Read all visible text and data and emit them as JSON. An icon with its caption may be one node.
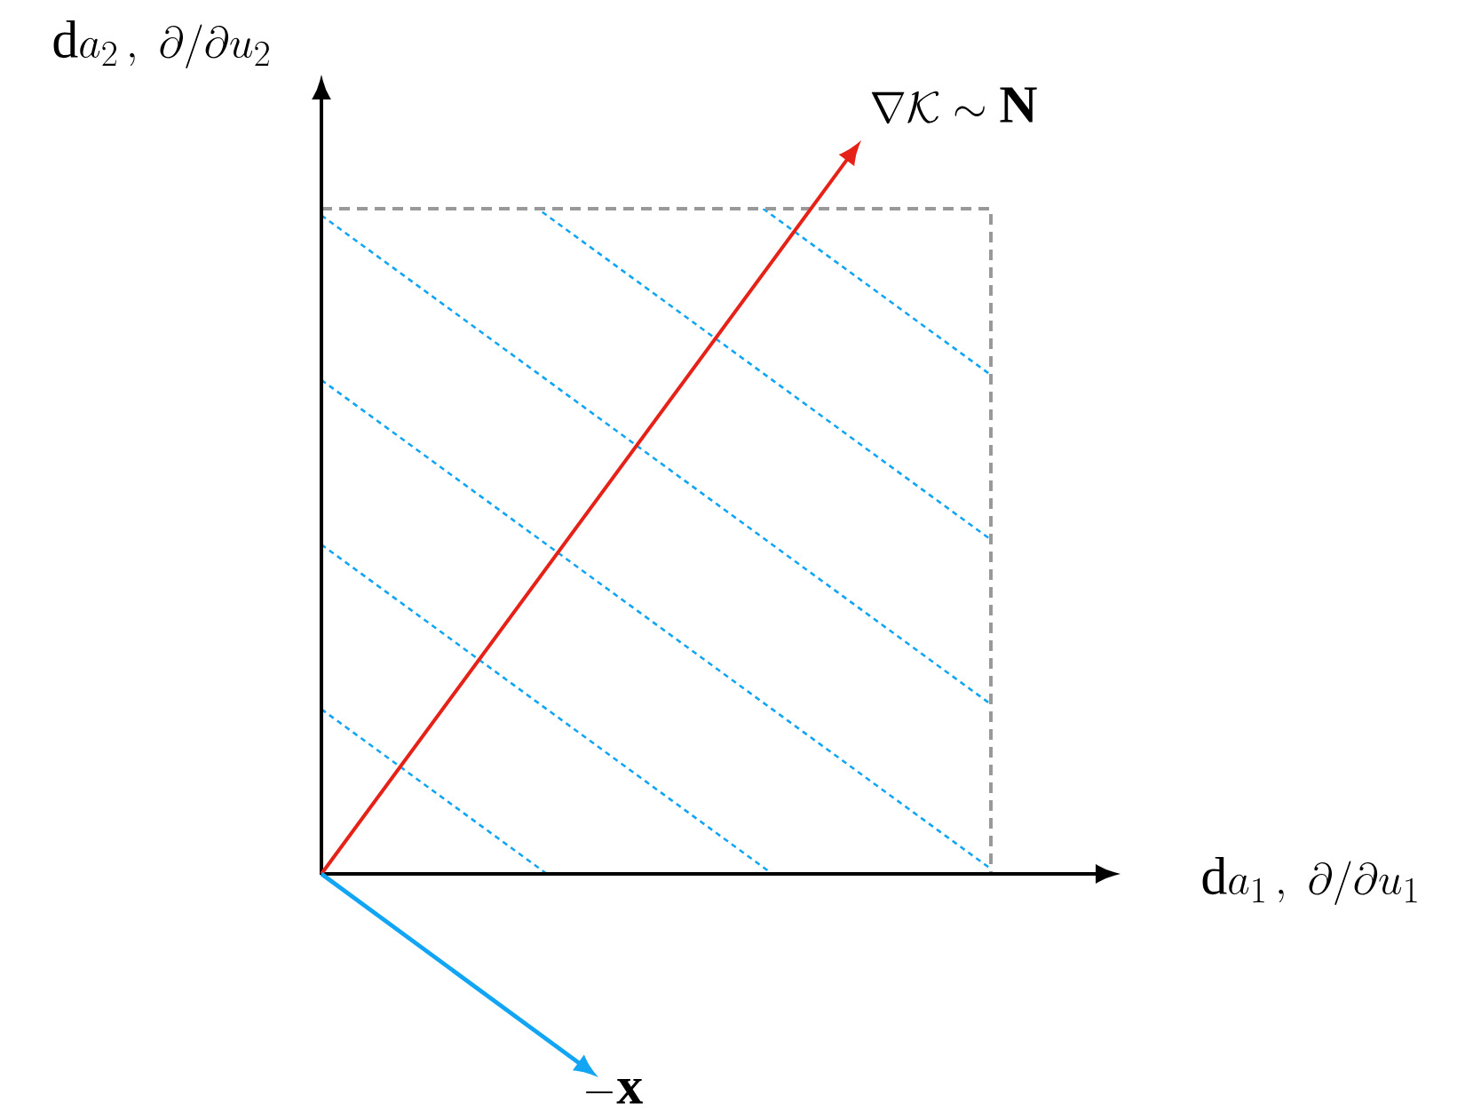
{
  "diagram": {
    "labels": [
      "\\mathrm{d}a_2\\,,\\ \\partial/\\partial u_2",
      "\\nabla\\mathcal{K}\\sim\\mathbf{N}",
      "\\mathrm{d}a_1\\,,\\ \\partial/\\partial u_1",
      "-\\mathbf{x}"
    ]
  }
}
